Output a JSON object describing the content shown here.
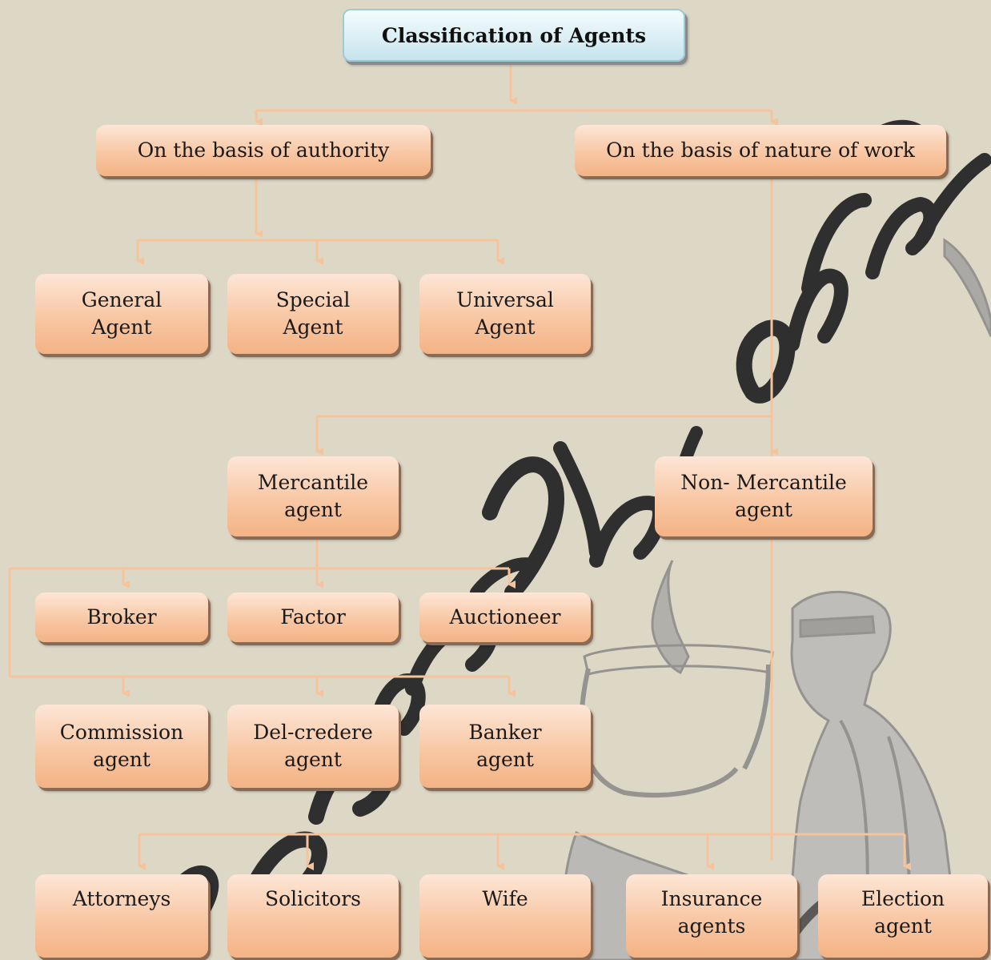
{
  "title": "Classification of Agents",
  "categories": {
    "authority": "On the basis of authority",
    "nature": "On the basis of nature of work"
  },
  "authority_types": {
    "general": "General\nAgent",
    "special": "Special\nAgent",
    "universal": "Universal\nAgent"
  },
  "nature_types": {
    "mercantile": "Mercantile\nagent",
    "non_mercantile": "Non- Mercantile\nagent"
  },
  "mercantile_types": {
    "broker": "Broker",
    "factor": "Factor",
    "auctioneer": "Auctioneer",
    "commission": "Commission\nagent",
    "del_credere": "Del-credere\nagent",
    "banker": "Banker\nagent"
  },
  "non_mercantile_types": {
    "attorneys": "Attorneys",
    "solicitors": "Solicitors",
    "wife": "Wife",
    "insurance": "Insurance\nagents",
    "election": "Election\nagent"
  },
  "colors": {
    "background": "#ddd7c6",
    "box_fill": "#f8c7a4",
    "connector": "#f6c49c",
    "title_fill": "#d9eef4",
    "watermark": "#3f3f3f"
  }
}
